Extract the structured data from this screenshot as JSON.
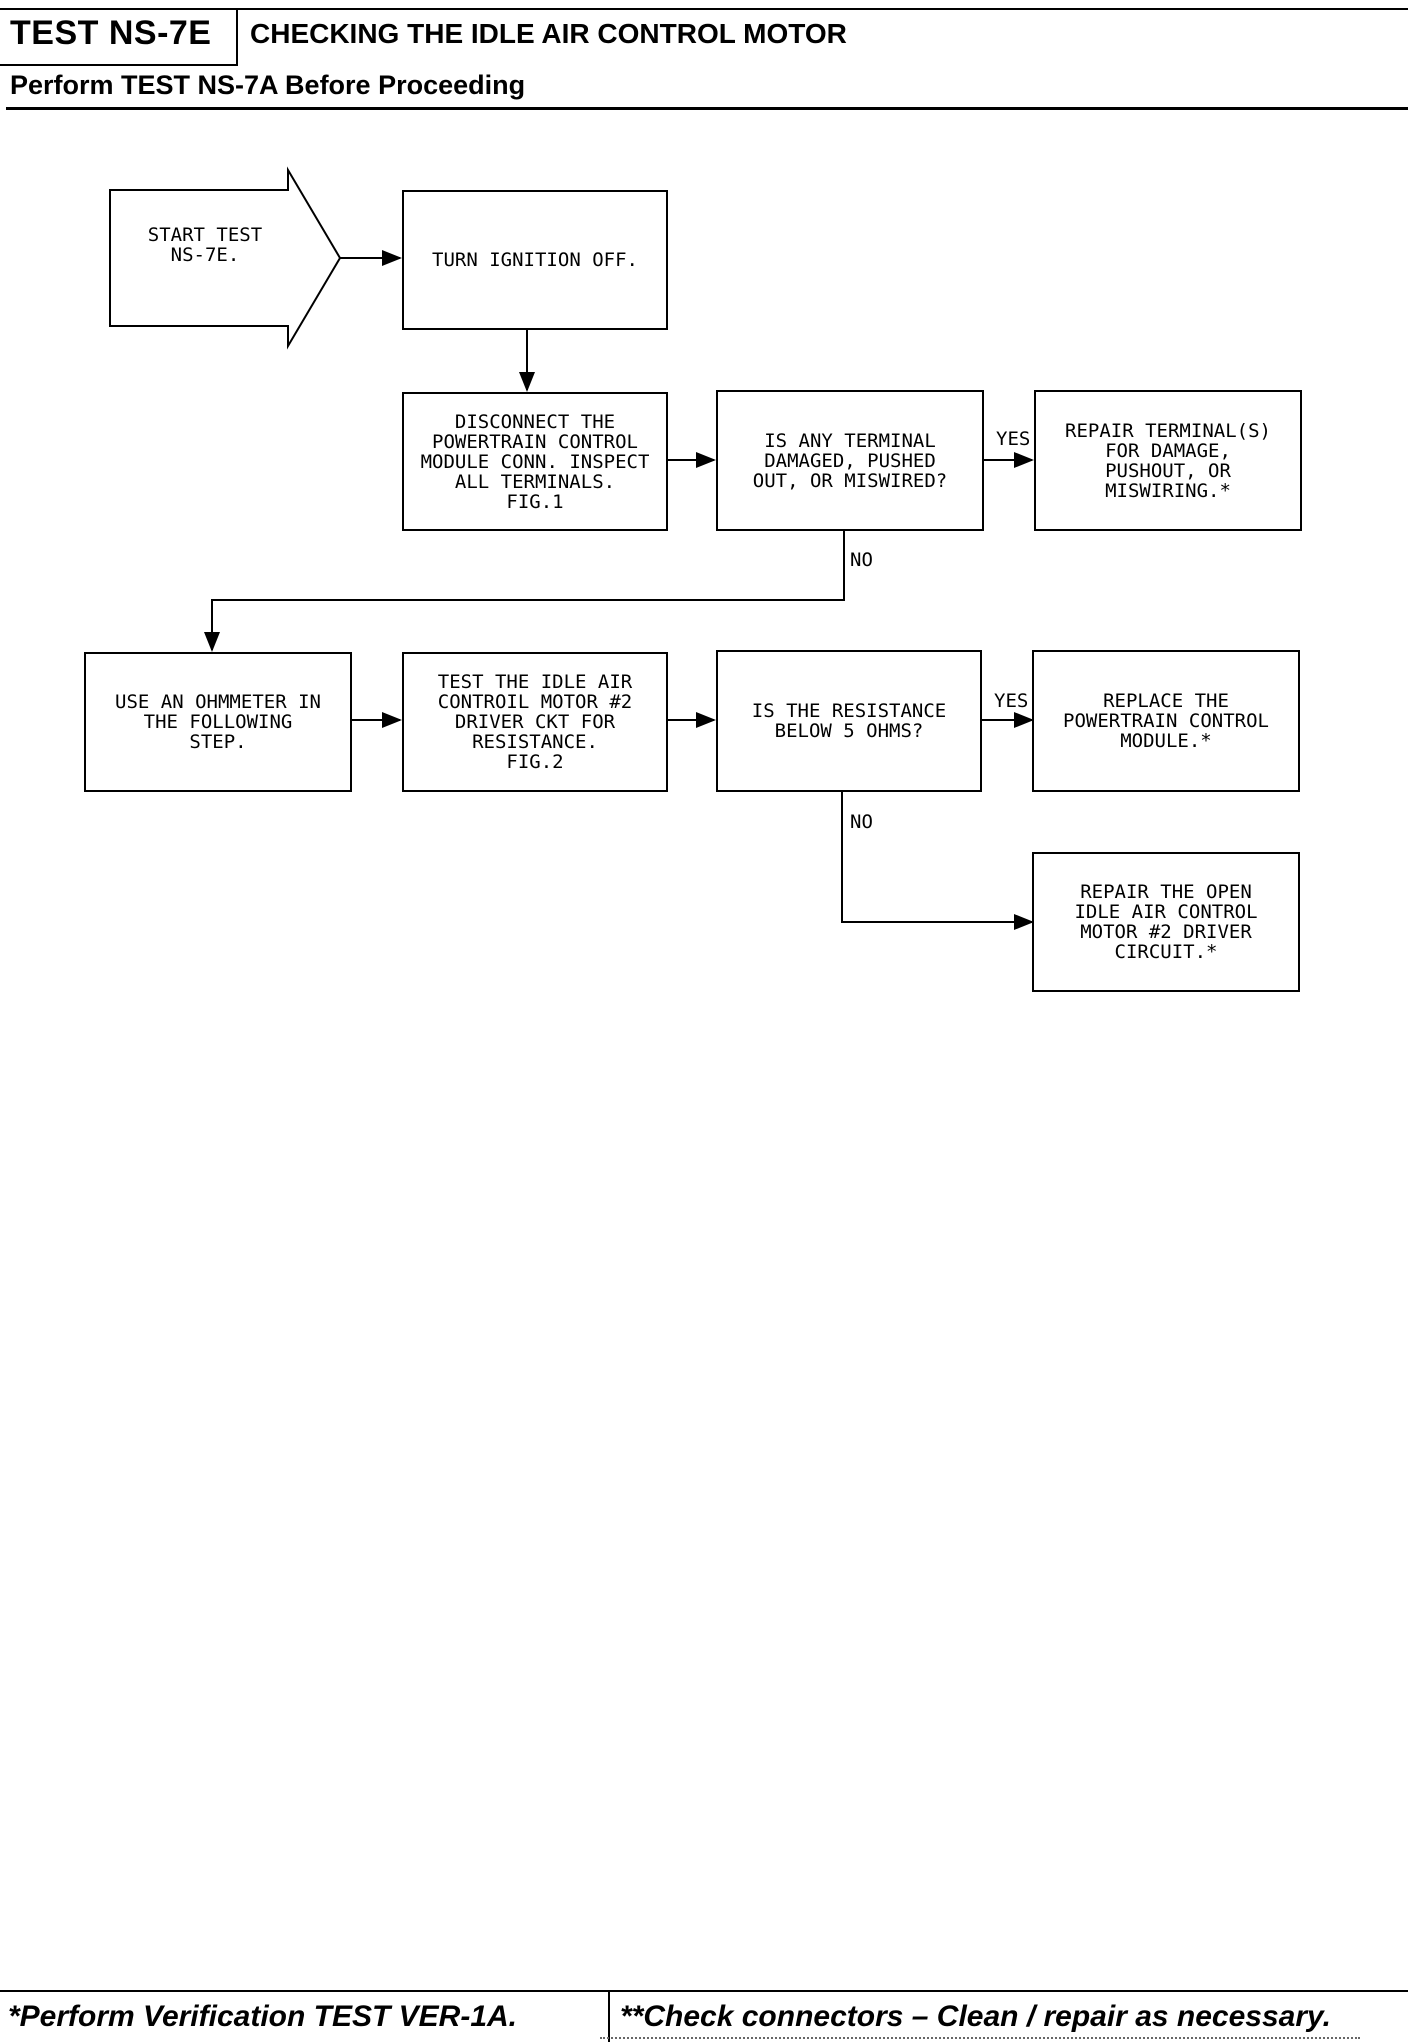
{
  "header": {
    "test_id": "TEST NS-7E",
    "title": "CHECKING THE IDLE AIR CONTROL MOTOR",
    "subtitle": "Perform TEST NS-7A Before Proceeding"
  },
  "flow": {
    "start": "START TEST\nNS-7E.",
    "step_ignition": "TURN IGNITION OFF.",
    "step_disconnect": "DISCONNECT THE\nPOWERTRAIN CONTROL\nMODULE CONN. INSPECT\nALL TERMINALS.\nFIG.1",
    "q_terminal": "IS ANY TERMINAL\nDAMAGED, PUSHED\nOUT, OR MISWIRED?",
    "action_repair_terminal": "REPAIR TERMINAL(S)\nFOR DAMAGE,\nPUSHOUT, OR\nMISWIRING.*",
    "step_ohmmeter": "USE AN OHMMETER IN\nTHE FOLLOWING\nSTEP.",
    "step_test_driver": "TEST THE IDLE AIR\nCONTROIL MOTOR #2\nDRIVER CKT FOR\nRESISTANCE.\nFIG.2",
    "q_resistance": "IS THE RESISTANCE\nBELOW 5 OHMS?",
    "action_replace_module": "REPLACE THE\nPOWERTRAIN CONTROL\nMODULE.*",
    "action_repair_open": "REPAIR THE OPEN\nIDLE AIR CONTROL\nMOTOR #2 DRIVER\nCIRCUIT.*",
    "yes_label": "YES",
    "no_label": "NO"
  },
  "footer": {
    "left": "*Perform Verification TEST VER-1A.",
    "right": "**Check connectors – Clean / repair as necessary."
  }
}
